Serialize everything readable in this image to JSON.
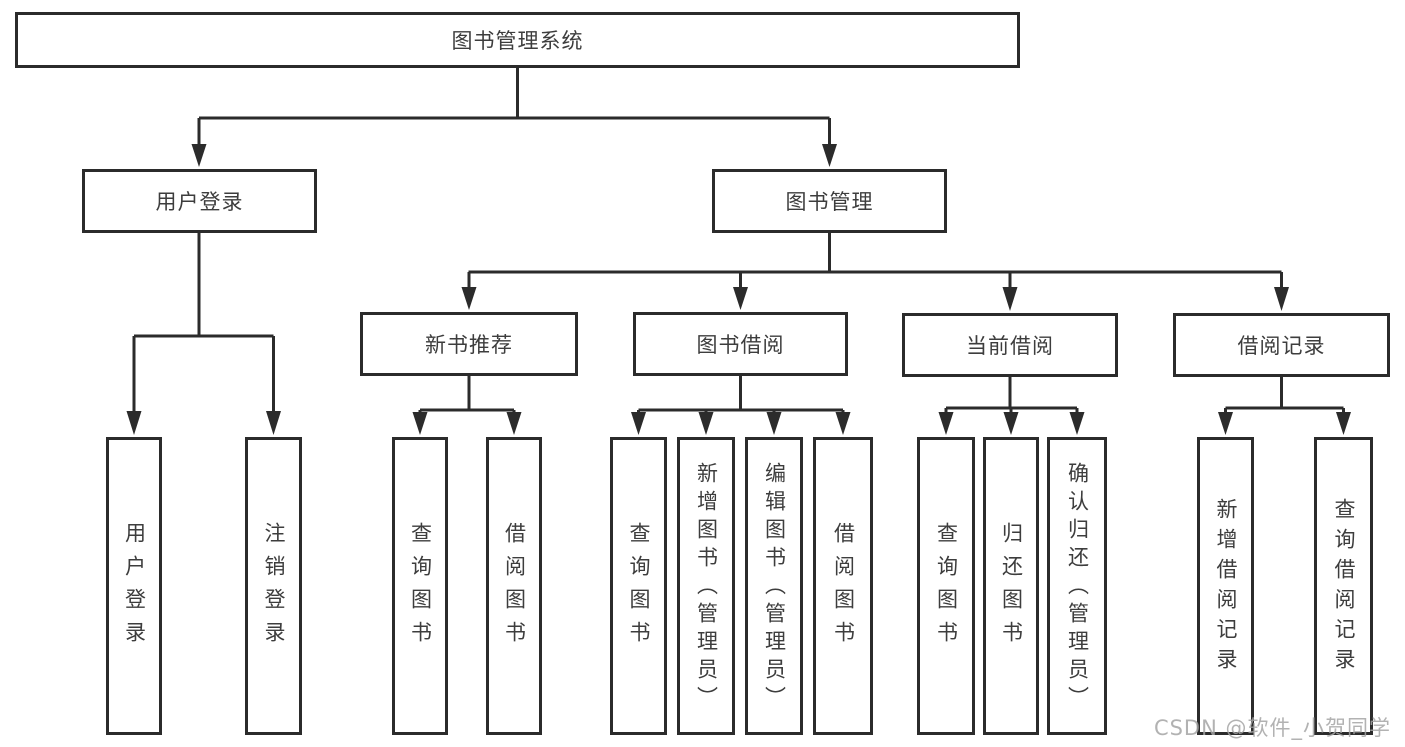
{
  "nodes": {
    "root": "图书管理系统",
    "level1": [
      "用户登录",
      "图书管理"
    ],
    "level2": [
      "新书推荐",
      "图书借阅",
      "当前借阅",
      "借阅记录"
    ],
    "leaves_user_login": [
      "用户登录",
      "注销登录"
    ],
    "leaves_new_books": [
      "查询图书",
      "借阅图书"
    ],
    "leaves_book_borrow": [
      "查询图书",
      "新增图书（管理员）",
      "编辑图书（管理员）",
      "借阅图书"
    ],
    "leaves_current_borrow": [
      "查询图书",
      "归还图书",
      "确认归还（管理员）"
    ],
    "leaves_borrow_records": [
      "新增借阅记录",
      "查询借阅记录"
    ]
  },
  "watermark": "CSDN @软件_小贺同学",
  "colors": {
    "line": "#2b2b2b",
    "text": "#3d3d3d",
    "watermark": "#a4a4a4",
    "background": "#ffffff"
  }
}
